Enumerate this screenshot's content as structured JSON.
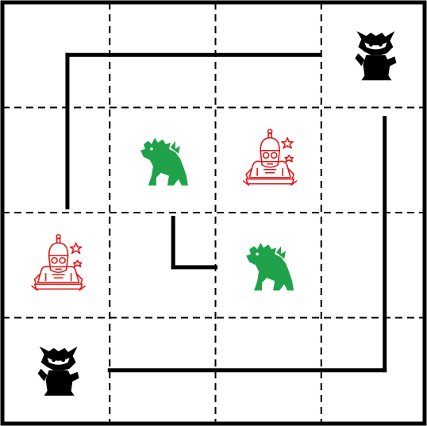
{
  "board": {
    "rows": 4,
    "cols": 4,
    "border_color": "#000000",
    "grid_line_style": "dashed",
    "wall_color": "#000000"
  },
  "walls": [
    {
      "from": [
        0.6,
        0.5
      ],
      "to": [
        0.6,
        1.95
      ]
    },
    {
      "from": [
        0.6,
        0.5
      ],
      "to": [
        2.98,
        0.5
      ]
    },
    {
      "from": [
        1.6,
        2.05
      ],
      "to": [
        1.6,
        2.52
      ]
    },
    {
      "from": [
        1.6,
        2.52
      ],
      "to": [
        2.0,
        2.52
      ]
    },
    {
      "from": [
        3.6,
        1.1
      ],
      "to": [
        3.6,
        3.5
      ]
    },
    {
      "from": [
        1.0,
        3.5
      ],
      "to": [
        3.6,
        3.5
      ]
    }
  ],
  "pieces": [
    {
      "type": "black-creature",
      "icon": "black-creature-icon",
      "color": "#000000",
      "row": 0,
      "col": 3
    },
    {
      "type": "green-dinosaur",
      "icon": "green-dinosaur-icon",
      "color": "#1fa24a",
      "row": 1,
      "col": 1
    },
    {
      "type": "red-robot",
      "icon": "red-robot-icon",
      "color": "#e01818",
      "row": 1,
      "col": 2
    },
    {
      "type": "red-robot",
      "icon": "red-robot-icon",
      "color": "#e01818",
      "row": 2,
      "col": 0
    },
    {
      "type": "green-dinosaur",
      "icon": "green-dinosaur-icon",
      "color": "#1fa24a",
      "row": 2,
      "col": 2
    },
    {
      "type": "black-creature",
      "icon": "black-creature-icon",
      "color": "#000000",
      "row": 3,
      "col": 0
    }
  ]
}
